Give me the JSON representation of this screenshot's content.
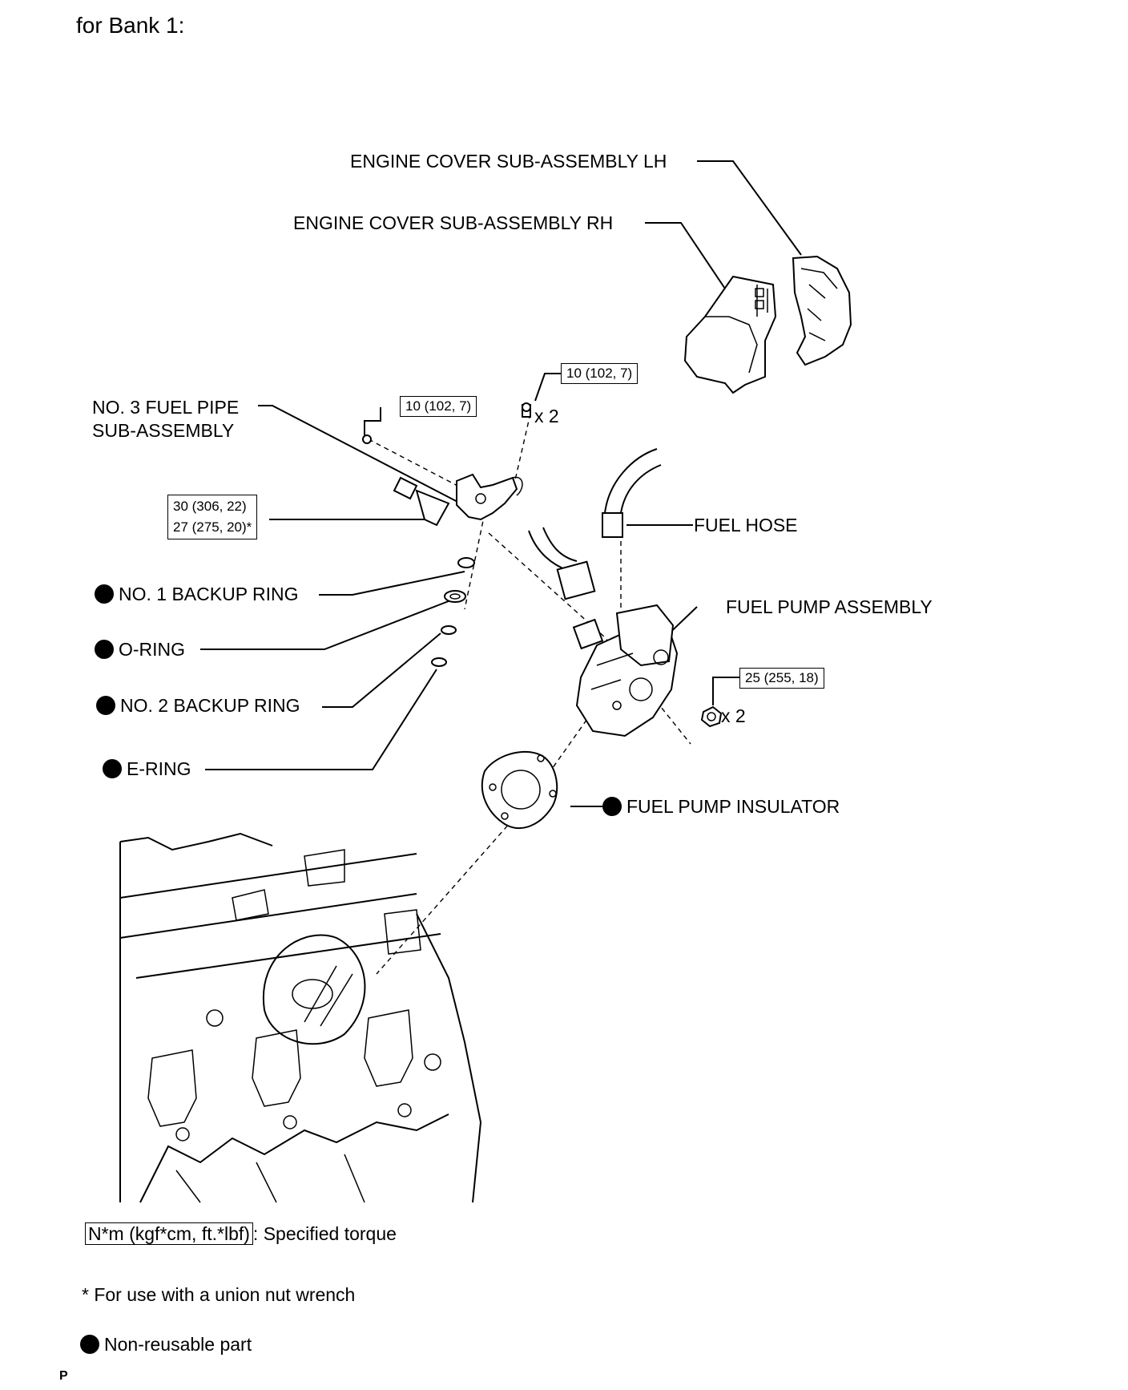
{
  "heading": "for Bank 1:",
  "labels": {
    "engine_cover_lh": "ENGINE COVER SUB-ASSEMBLY  LH",
    "engine_cover_rh": "ENGINE COVER SUB-ASSEMBLY RH",
    "fuel_pipe_line1": "NO. 3 FUEL PIPE",
    "fuel_pipe_line2": "SUB-ASSEMBLY",
    "fuel_hose": "FUEL HOSE",
    "fuel_pump_assembly": "FUEL PUMP ASSEMBLY",
    "backup_ring_1": "NO. 1 BACKUP RING",
    "o_ring": "O-RING",
    "backup_ring_2": "NO. 2 BACKUP RING",
    "e_ring": "E-RING",
    "fuel_pump_insulator": "FUEL PUMP INSULATOR"
  },
  "torques": {
    "pipe_bolt": "10 (102, 7)",
    "pump_bolt": "10 (102, 7)",
    "union_nut_line1": "30 (306, 22)",
    "union_nut_line2": "27 (275, 20)*",
    "pump_nut": "25 (255, 18)"
  },
  "quantities": {
    "pump_bolt": "x 2",
    "pump_nut": "x 2"
  },
  "legend": {
    "torque_box": "N*m (kgf*cm, ft.*lbf)",
    "torque_text": ": Specified torque",
    "union_note": "* For use with a union nut wrench",
    "non_reusable": "Non-reusable part"
  },
  "corner_mark": "P"
}
